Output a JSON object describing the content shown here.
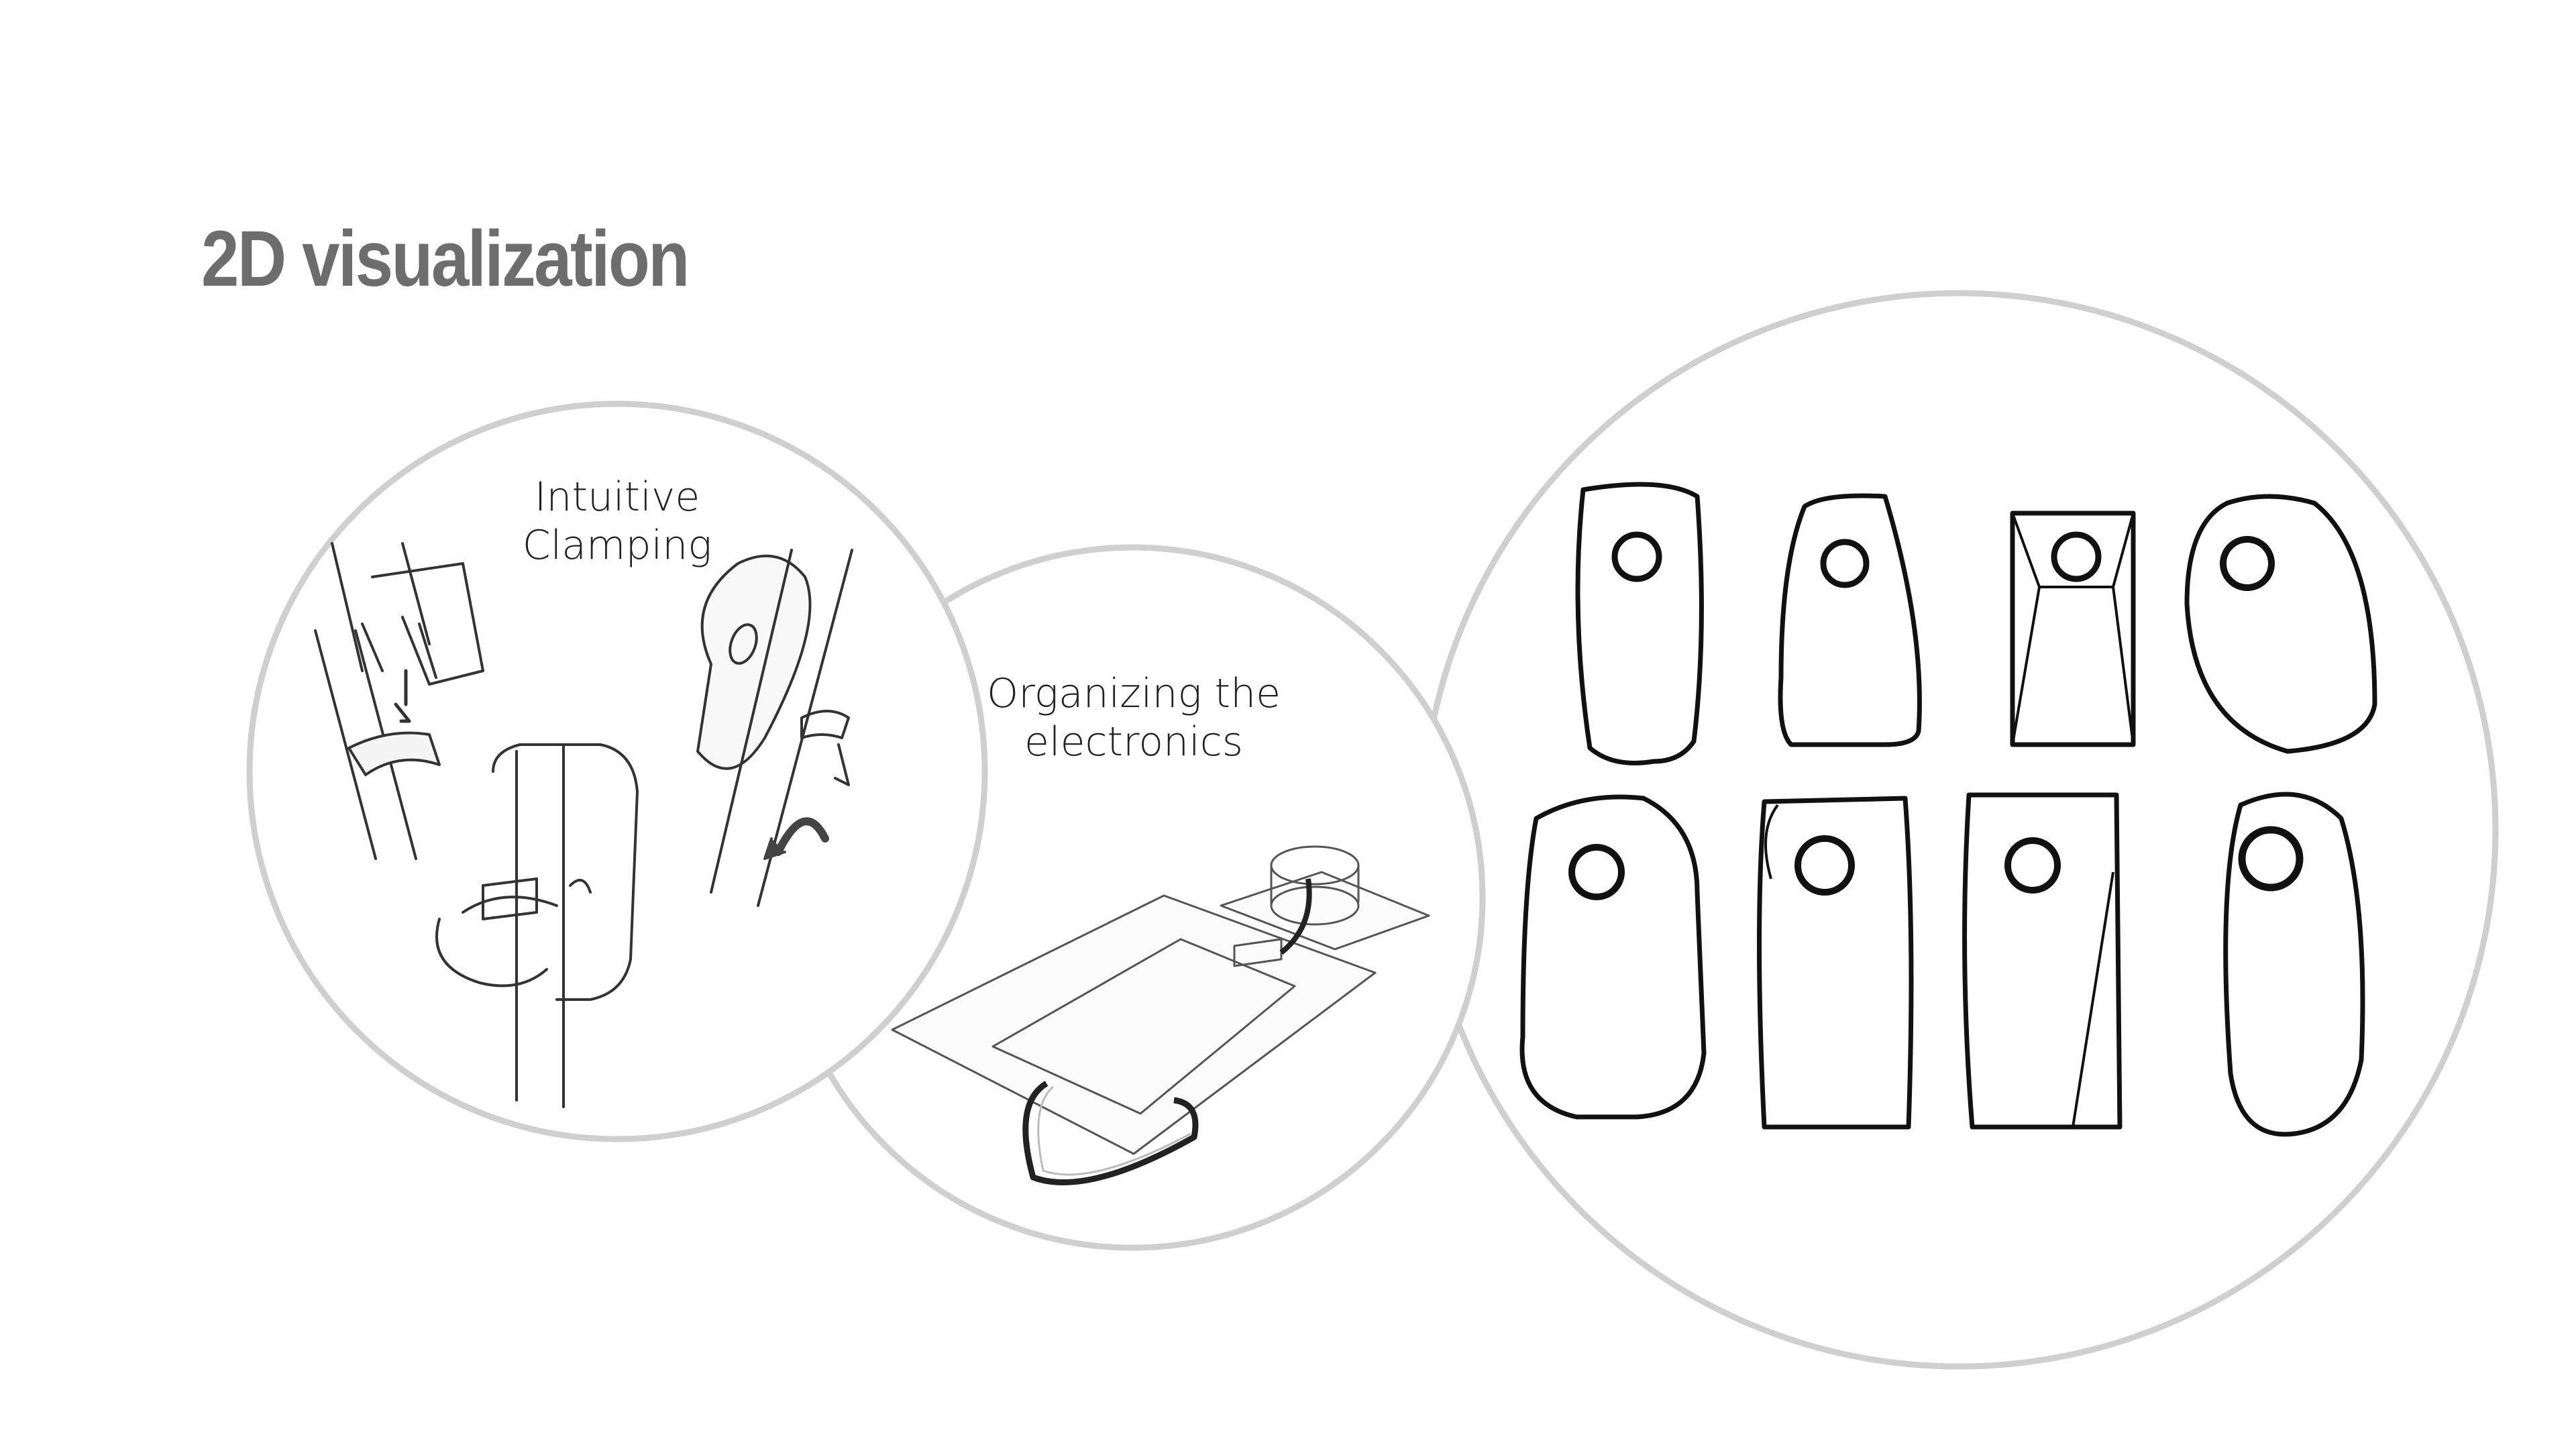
{
  "page": {
    "title": "2D visualization"
  },
  "panels": {
    "clamping": {
      "caption_line1": "Intuitive",
      "caption_line2": "Clamping"
    },
    "electronics": {
      "caption_line1": "Organizing the",
      "caption_line2": "electronics"
    },
    "sketches": {
      "count": 8
    }
  },
  "colors": {
    "title": "#6d6d6d",
    "circle_stroke": "#cfcfcf",
    "ink": "#111111",
    "line_art": "#333333"
  }
}
